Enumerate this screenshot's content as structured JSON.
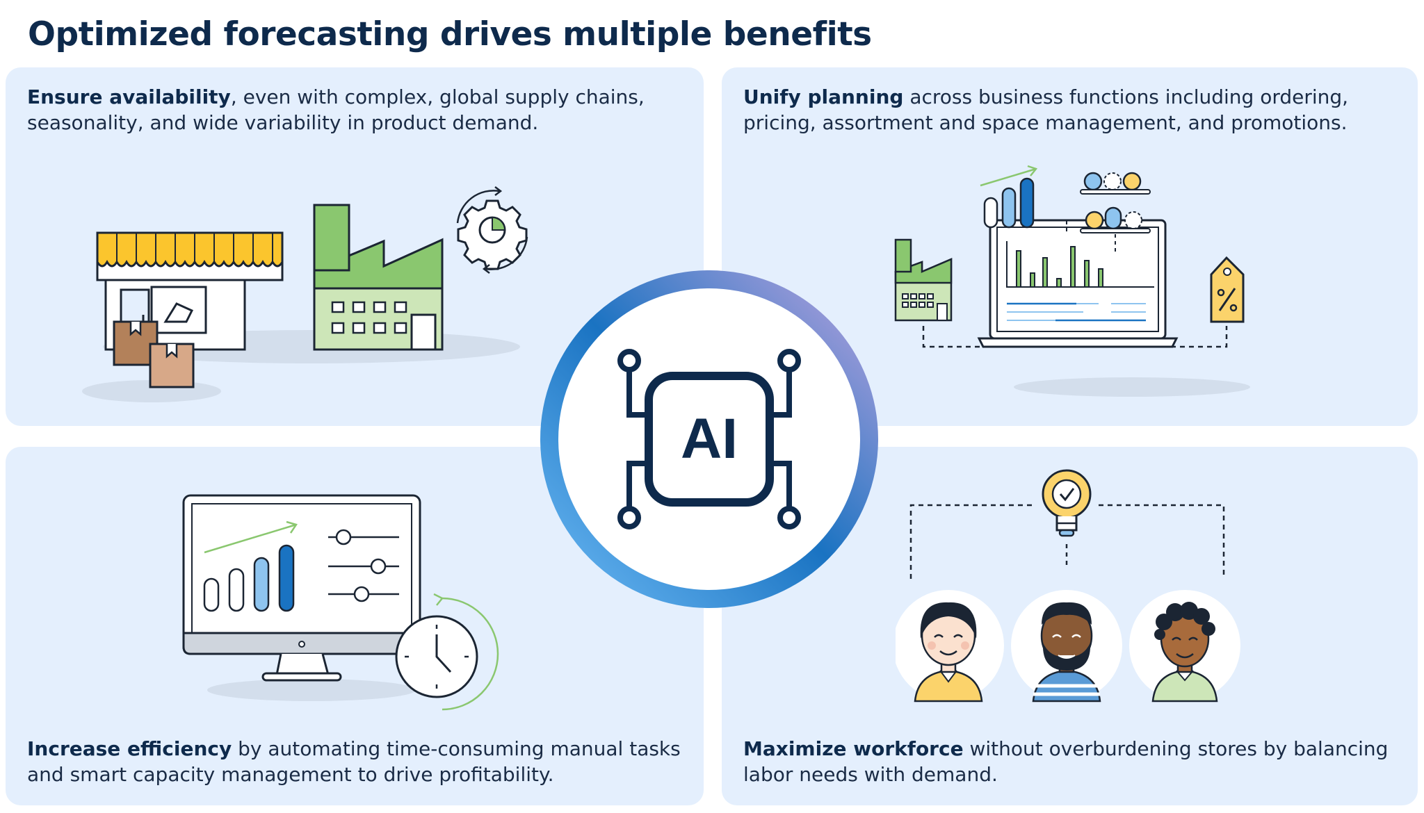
{
  "title": "Optimized forecasting drives multiple benefits",
  "hub": {
    "label": "AI"
  },
  "benefits": [
    {
      "heading": "Ensure availability",
      "text": ", even with complex, global supply chains, seasonality, and wide variability in product demand."
    },
    {
      "heading": "Unify planning",
      "text": " across business functions including ordering, pricing, assortment and space management, and promotions."
    },
    {
      "heading": "Increase efficiency",
      "text": " by automating time-consuming manual tasks and smart capacity management to drive profitability."
    },
    {
      "heading": "Maximize workforce",
      "text": " without overburdening stores by balancing labor needs with demand."
    }
  ],
  "icons": {
    "tl": [
      "store-icon",
      "boxes-icon",
      "factory-icon",
      "gear-icon"
    ],
    "tr": [
      "factory-icon",
      "laptop-chart-icon",
      "bar-chart-icon",
      "shelf-icon",
      "price-tag-icon"
    ],
    "bl": [
      "monitor-chart-icon",
      "sliders-icon",
      "clock-icon"
    ],
    "br": [
      "lightbulb-icon",
      "person-icon",
      "person-icon",
      "person-icon"
    ]
  },
  "colors": {
    "navy": "#0e2a4c",
    "panel": "#e4effd",
    "green": "#8ac76f",
    "light_green": "#cde6b8",
    "yellow": "#fbc52d",
    "blue": "#1a73c2",
    "light_blue": "#8ec4ef",
    "ring_start": "#6ab8f3",
    "ring_end": "#b8a2dd"
  }
}
